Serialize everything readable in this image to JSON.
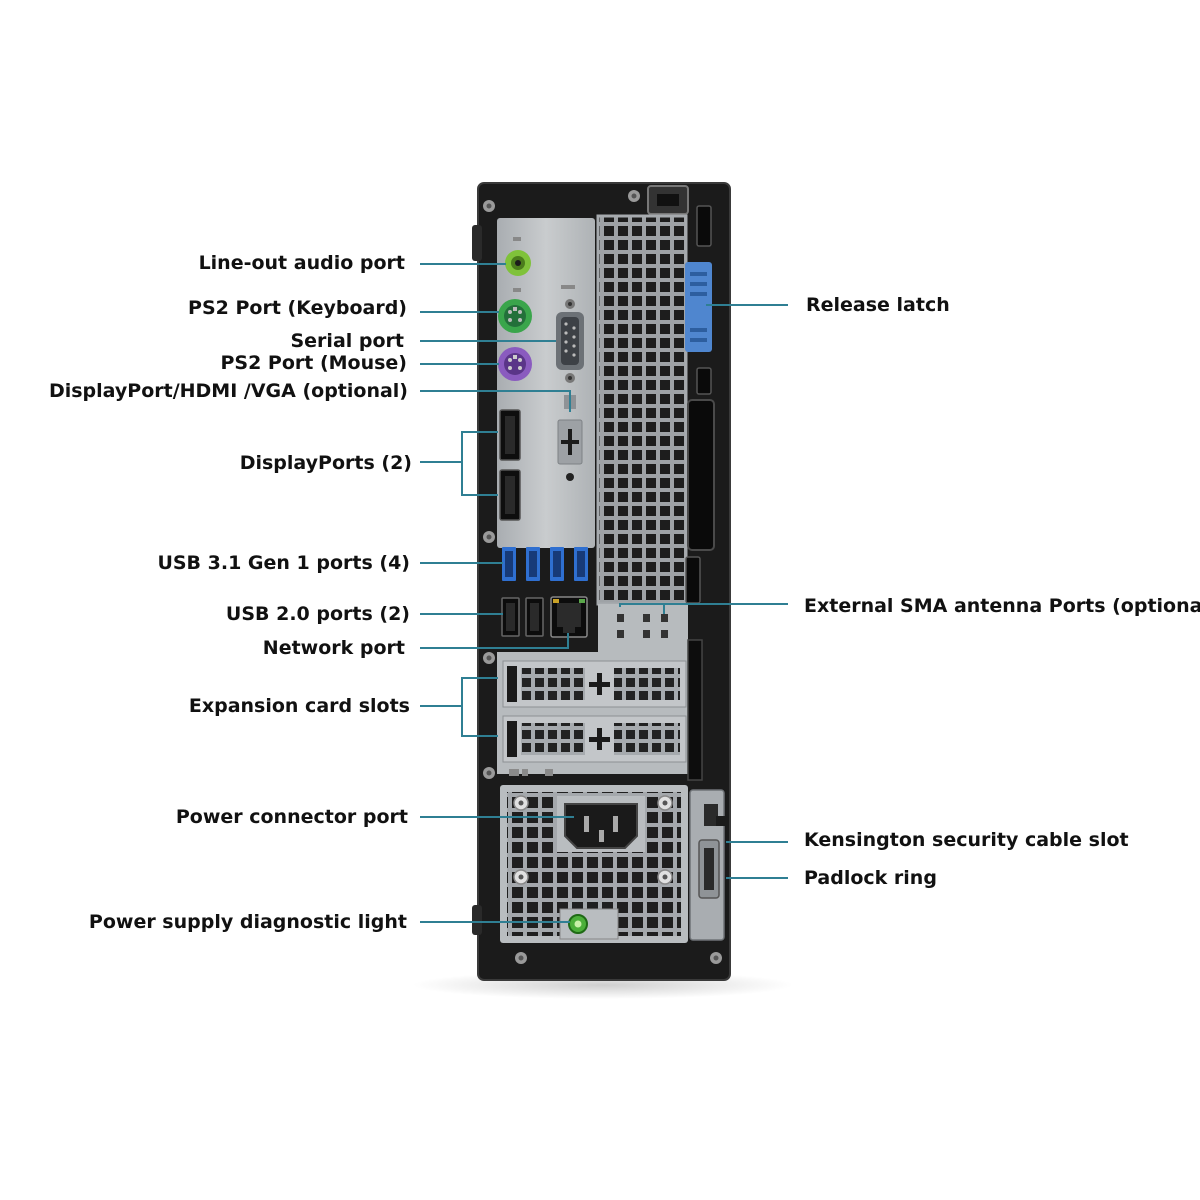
{
  "labels": {
    "line_out_audio_port": "Line-out audio port",
    "ps2_keyboard": "PS2 Port (Keyboard)",
    "serial_port": "Serial port",
    "ps2_mouse": "PS2 Port (Mouse)",
    "display_optional": "DisplayPort/HDMI /VGA (optional)",
    "displayports": "DisplayPorts (2)",
    "usb31_ports": "USB 3.1 Gen 1 ports (4)",
    "usb20_ports": "USB 2.0 ports (2)",
    "network_port": "Network port",
    "expansion_slots": "Expansion card slots",
    "power_connector": "Power connector port",
    "psu_diagnostic_light": "Power supply diagnostic light",
    "release_latch": "Release latch",
    "sma_antenna": "External SMA antenna Ports (optional)",
    "kensington_slot": "Kensington security cable slot",
    "padlock_ring": "Padlock ring"
  },
  "colors": {
    "callout_line": "#2f7f93",
    "chassis": "#1b1b1b",
    "io_plate": "#b9bcbf",
    "release_latch": "#4f86cf",
    "usb3_blue": "#2f6fd0",
    "audio_green": "#7fc23a",
    "ps2_keyboard_green": "#3aa54b",
    "ps2_mouse_purple": "#8a5bbf",
    "psu_led": "#4caf3a"
  }
}
